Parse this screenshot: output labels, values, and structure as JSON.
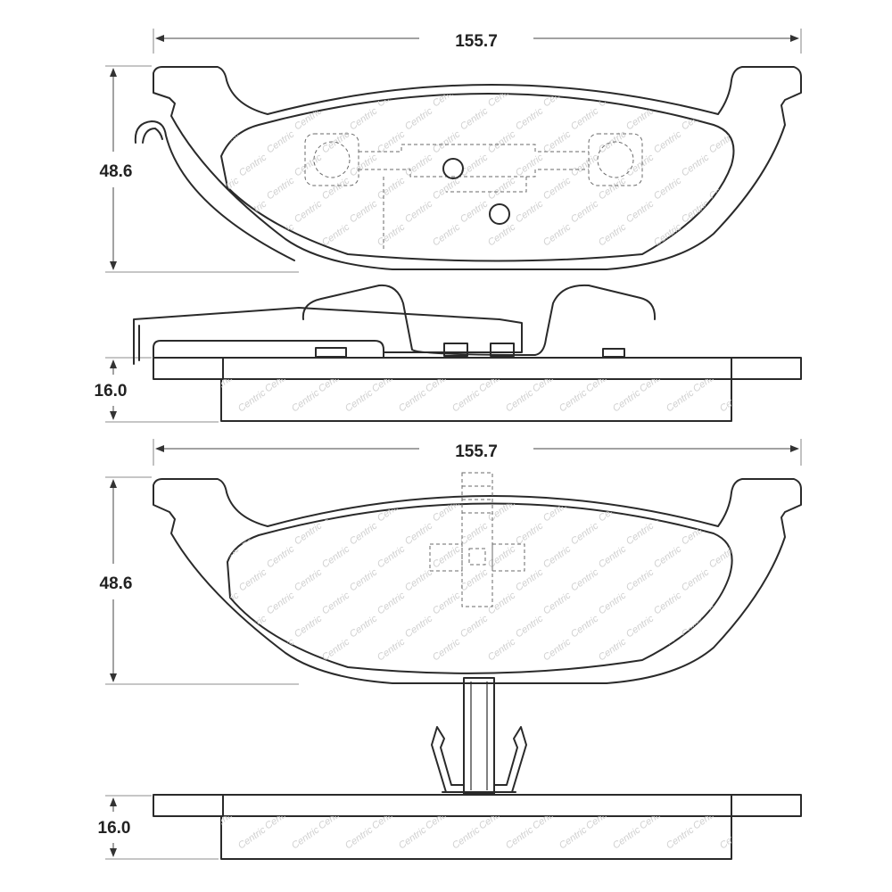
{
  "dimensions": {
    "top_width": "155.7",
    "top_height": "48.6",
    "top_thickness": "16.0",
    "bottom_width": "155.7",
    "bottom_height": "48.6",
    "bottom_thickness": "16.0"
  },
  "watermark": "Centric",
  "colors": {
    "line": "#2a2a2a",
    "watermark": "#d0d0d0",
    "background": "#ffffff"
  }
}
